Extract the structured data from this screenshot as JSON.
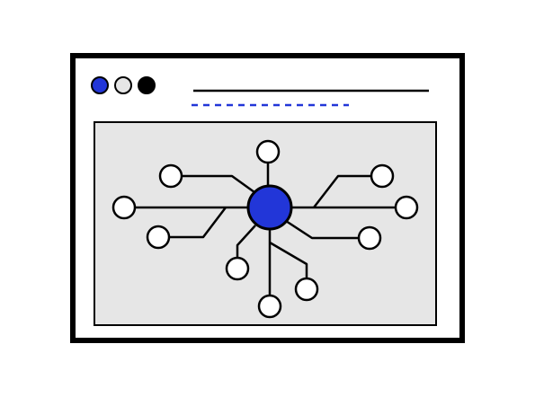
{
  "illustration": {
    "icon": "network-hub-in-browser-window",
    "window_controls": [
      {
        "name": "blue-dot",
        "fill": "#2236d8"
      },
      {
        "name": "gray-dot",
        "fill": "#e6e6e6"
      },
      {
        "name": "black-dot",
        "fill": "#000000"
      }
    ],
    "colors": {
      "stroke": "#000000",
      "accent": "#2236d8",
      "canvas": "#e6e6e6",
      "frame_fill": "#ffffff",
      "node_fill": "#ffffff"
    }
  }
}
